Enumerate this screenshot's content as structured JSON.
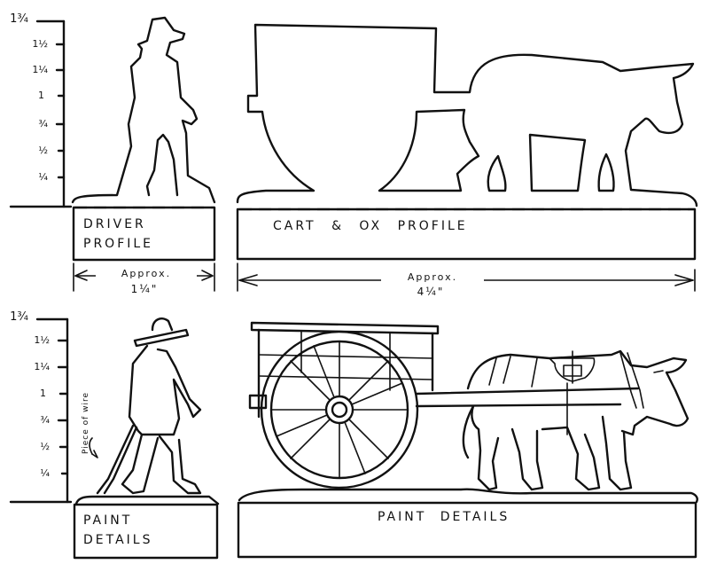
{
  "scale": {
    "unit": "inches",
    "ticks": [
      "1¾",
      "1½",
      "1¼",
      "1",
      "¾",
      "½",
      "¼"
    ]
  },
  "top_row": {
    "driver": {
      "label_line1": "Driver",
      "label_line2": "Profile"
    },
    "cart_ox": {
      "label": "Cart & Ox Profile"
    },
    "dimensions": {
      "driver_width_label": "Approx.",
      "driver_width_value": "1¼\"",
      "cart_width_label": "Approx.",
      "cart_width_value": "4¼\""
    }
  },
  "bottom_row": {
    "driver": {
      "label_line1": "Paint",
      "label_line2": "Details",
      "annotation": "Piece of wire"
    },
    "cart_ox": {
      "label": "Paint Details"
    }
  },
  "colors": {
    "ink": "#111111",
    "paper": "#ffffff"
  }
}
